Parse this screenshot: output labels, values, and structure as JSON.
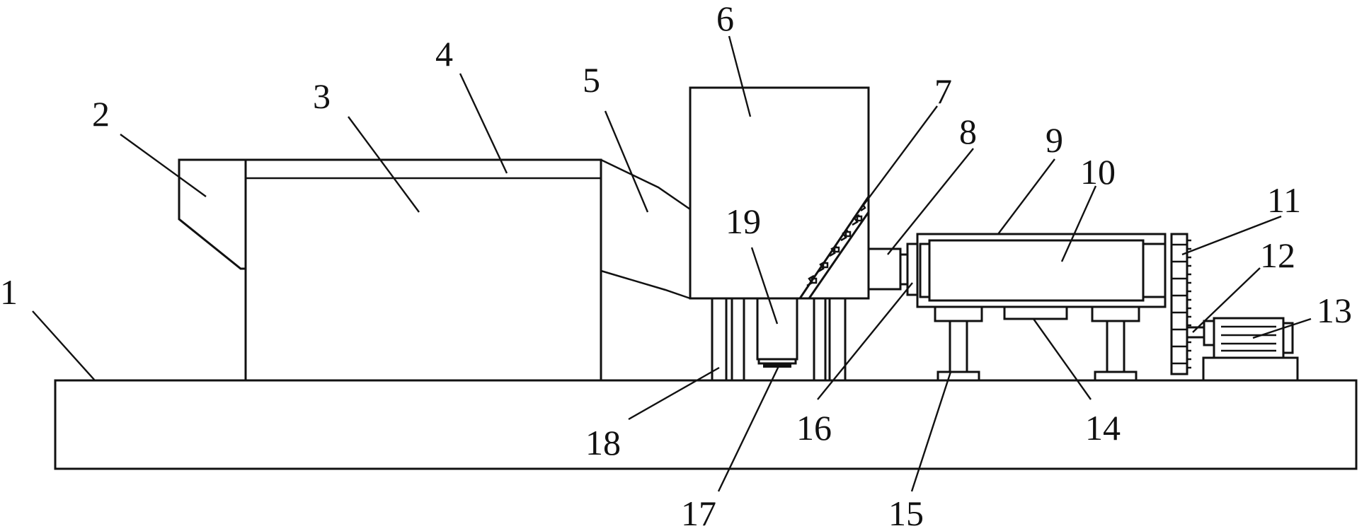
{
  "diagram": {
    "callouts": [
      {
        "id": "c1",
        "text": "1"
      },
      {
        "id": "c2",
        "text": "2"
      },
      {
        "id": "c3",
        "text": "3"
      },
      {
        "id": "c4",
        "text": "4"
      },
      {
        "id": "c5",
        "text": "5"
      },
      {
        "id": "c6",
        "text": "6"
      },
      {
        "id": "c7",
        "text": "7"
      },
      {
        "id": "c8",
        "text": "8"
      },
      {
        "id": "c9",
        "text": "9"
      },
      {
        "id": "c10",
        "text": "10"
      },
      {
        "id": "c11",
        "text": "11"
      },
      {
        "id": "c12",
        "text": "12"
      },
      {
        "id": "c13",
        "text": "13"
      },
      {
        "id": "c14",
        "text": "14"
      },
      {
        "id": "c15",
        "text": "15"
      },
      {
        "id": "c16",
        "text": "16"
      },
      {
        "id": "c17",
        "text": "17"
      },
      {
        "id": "c18",
        "text": "18"
      },
      {
        "id": "c19",
        "text": "19"
      }
    ],
    "colors": {
      "line": "#111111",
      "background": "#ffffff"
    }
  }
}
